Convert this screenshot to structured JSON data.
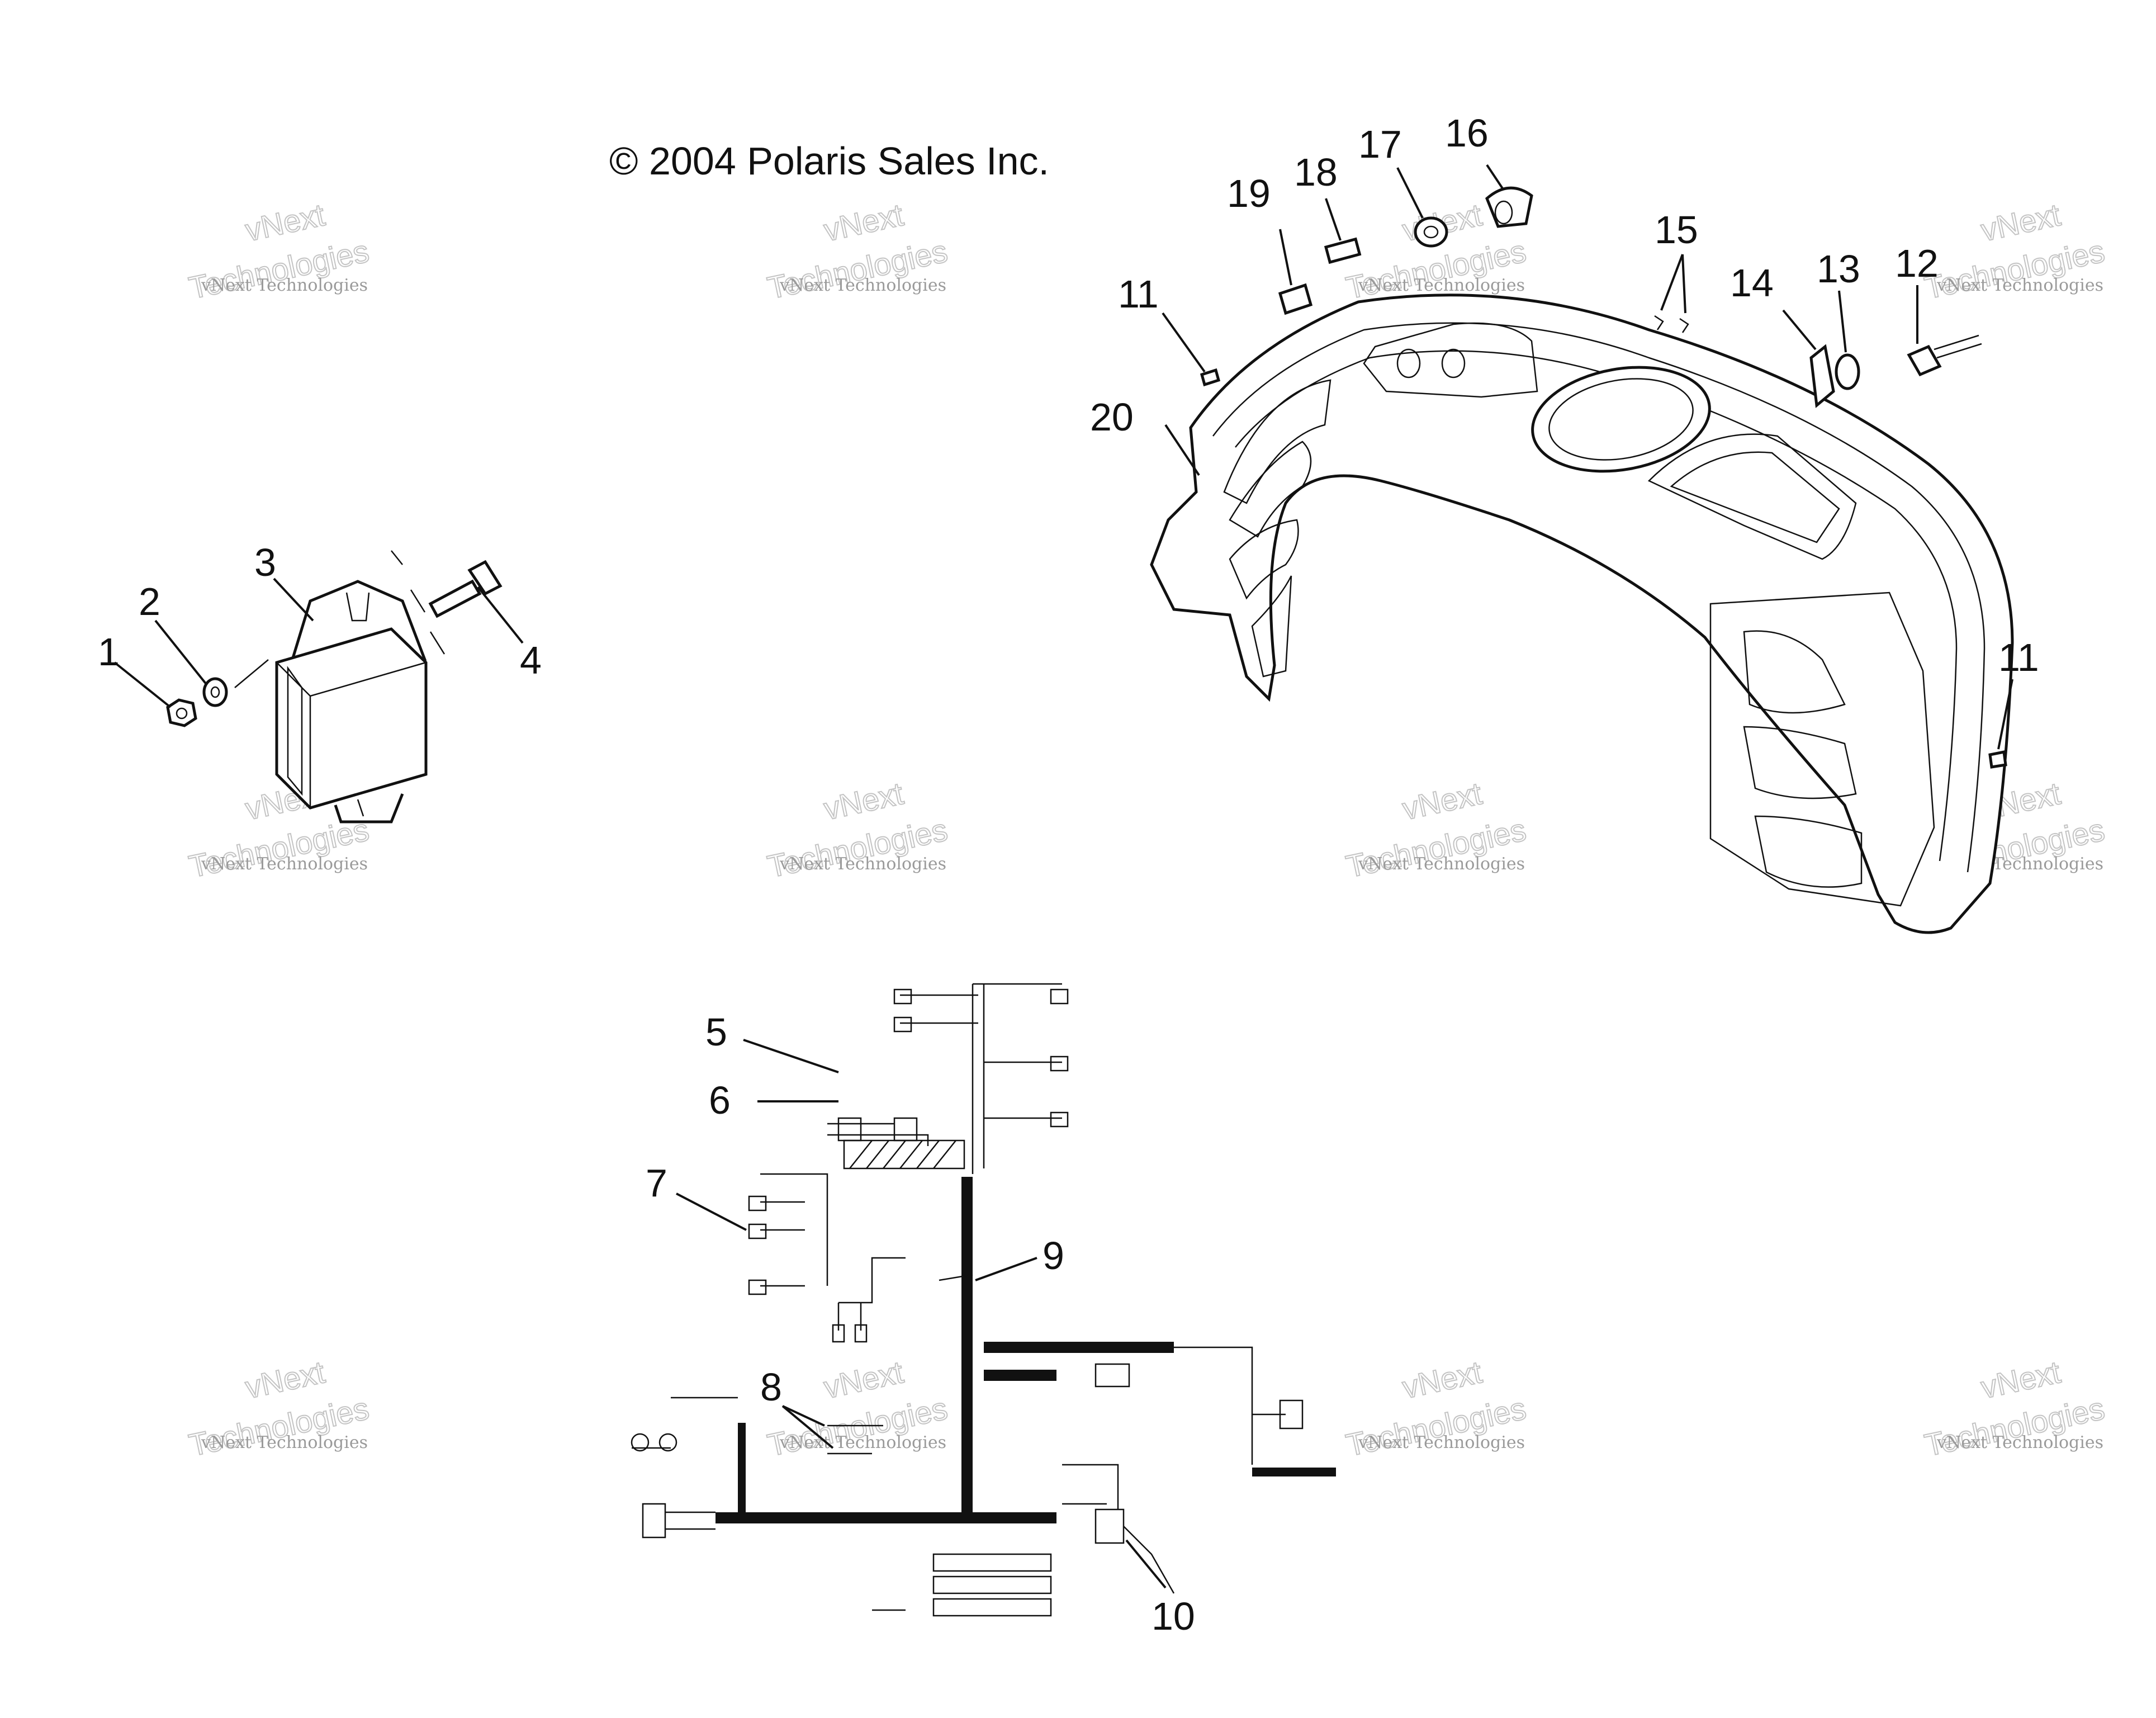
{
  "copyright": "© 2004 Polaris Sales Inc.",
  "callouts": [
    "1",
    "2",
    "3",
    "4",
    "5",
    "6",
    "7",
    "8",
    "9",
    "10",
    "11",
    "11",
    "12",
    "13",
    "14",
    "15",
    "16",
    "17",
    "18",
    "19",
    "20"
  ],
  "watermark": {
    "line1": "vNext Technologies",
    "line2": "vNext",
    "line3": "Technologies"
  }
}
